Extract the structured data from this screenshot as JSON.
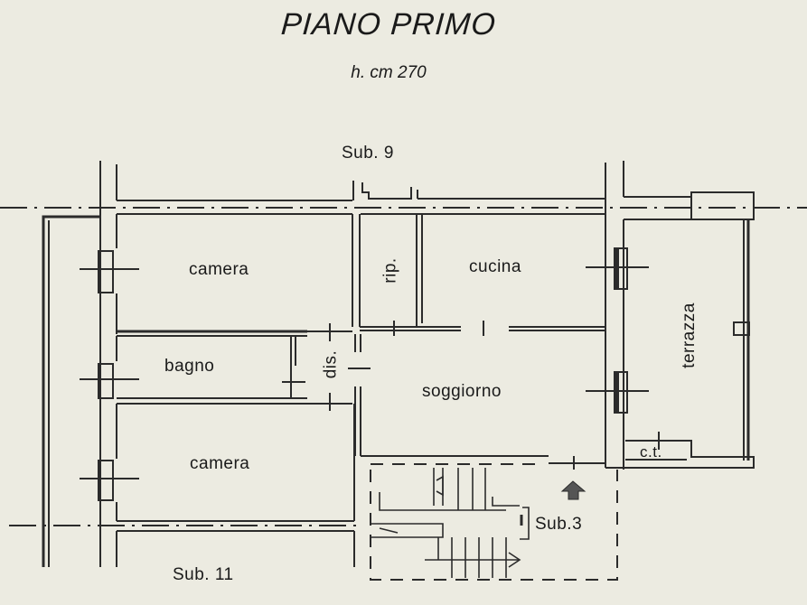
{
  "header": {
    "title": "PIANO PRIMO",
    "height_note": "h. cm 270"
  },
  "rooms": {
    "camera_top": "camera",
    "rip": "rip.",
    "cucina": "cucina",
    "terrazza": "terrazza",
    "bagno": "bagno",
    "dis": "dis.",
    "soggiorno": "soggiorno",
    "camera_bottom": "camera",
    "ct": "c.t."
  },
  "neighbors": {
    "top": "Sub. 9",
    "bottom": "Sub. 11",
    "stairs": "Sub.3"
  },
  "colors": {
    "background": "#ecebe1",
    "line": "#2b2b2b"
  }
}
